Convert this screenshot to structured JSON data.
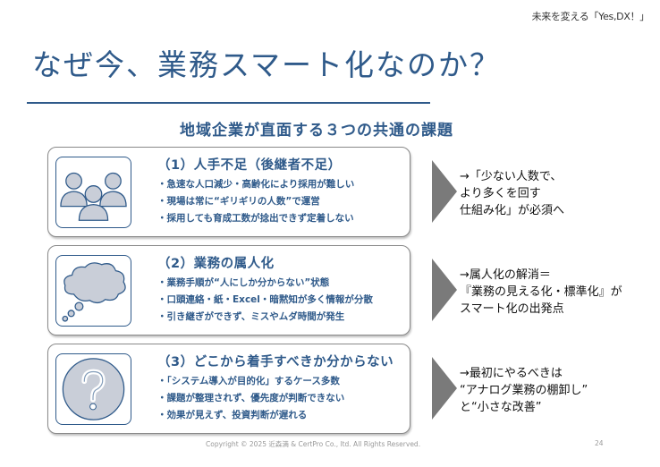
{
  "header": {
    "tagline": "未来を変える「Yes,DX！」",
    "title": "なぜ今、業務スマート化なのか？"
  },
  "subtitle": "地域企業が直面する３つの共通の課題",
  "colors": {
    "accent": "#2f5a8a",
    "icon_fill": "#c9ced8",
    "arrow": "#7a7a7a"
  },
  "challenges": [
    {
      "icon": "people-group-icon",
      "heading": "（1）人手不足（後継者不足）",
      "bullets": [
        "・急速な人口減少・高齢化により採用が難しい",
        "・現場は常に“ギリギリの人数”で運営",
        "・採用しても育成工数が捻出できず定着しない"
      ],
      "result": [
        "→「少ない人数で、",
        "より多くを回す",
        "仕組み化」が必須へ"
      ]
    },
    {
      "icon": "thought-cloud-icon",
      "heading": "（2）業務の属人化",
      "bullets": [
        "・業務手順が“人にしか分からない”状態",
        "・口頭連絡・紙・Excel・暗黙知が多く情報が分散",
        "・引き継ぎができず、ミスやムダ時間が発生"
      ],
      "result": [
        "→属人化の解消＝",
        "『業務の見える化・標準化』が",
        "スマート化の出発点"
      ]
    },
    {
      "icon": "question-mark-icon",
      "heading": "（3）どこから着手すべきか分からない",
      "bullets": [
        "・「システム導入が目的化」するケース多数",
        "・課題が整理されず、優先度が判断できない",
        "・効果が見えず、投資判断が遅れる"
      ],
      "result": [
        "→最初にやるべきは",
        "“アナログ業務の棚卸し”",
        "と“小さな改善”"
      ]
    }
  ],
  "footer": {
    "copyright": "Copyright © 2025 近森満 & CertPro Co., ltd. All Rights Reserved.",
    "page_number": "24"
  }
}
